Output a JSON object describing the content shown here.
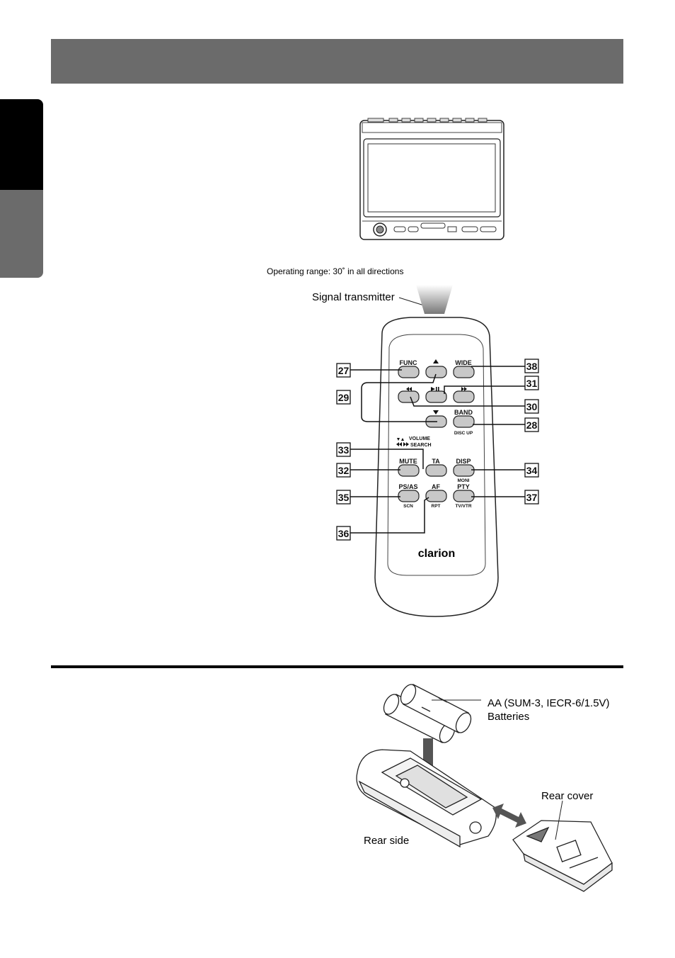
{
  "header": {
    "title": ""
  },
  "head_unit": {
    "alt": "head unit front panel"
  },
  "remote": {
    "operating_range": "Operating range: 30˚ in all directions",
    "signal_transmitter": "Signal transmitter",
    "brand": "clarion",
    "volume_legend": "VOLUME",
    "search_legend": "SEARCH",
    "buttons": {
      "func": "FUNC",
      "wide": "WIDE",
      "band": "BAND",
      "disc_up": "DISC UP",
      "mute": "MUTE",
      "ta": "TA",
      "disp": "DISP",
      "moni": "MONI",
      "ps_as": "PS/AS",
      "scn": "SCN",
      "af": "AF",
      "rpt": "RPT",
      "pty": "PTY",
      "tv_vtr": "TV/VTR"
    },
    "callouts": {
      "c27": "27",
      "c28": "28",
      "c29": "29",
      "c30": "30",
      "c31": "31",
      "c32": "32",
      "c33": "33",
      "c34": "34",
      "c35": "35",
      "c36": "36",
      "c37": "37",
      "c38": "38"
    }
  },
  "battery": {
    "type_label": "AA (SUM-3, IECR-6/1.5V)",
    "batteries_label": "Batteries",
    "rear_cover": "Rear cover",
    "rear_side": "Rear side"
  },
  "colors": {
    "header": "#6b6b6b",
    "button": "#c8c8c8",
    "tab_black": "#000000"
  }
}
